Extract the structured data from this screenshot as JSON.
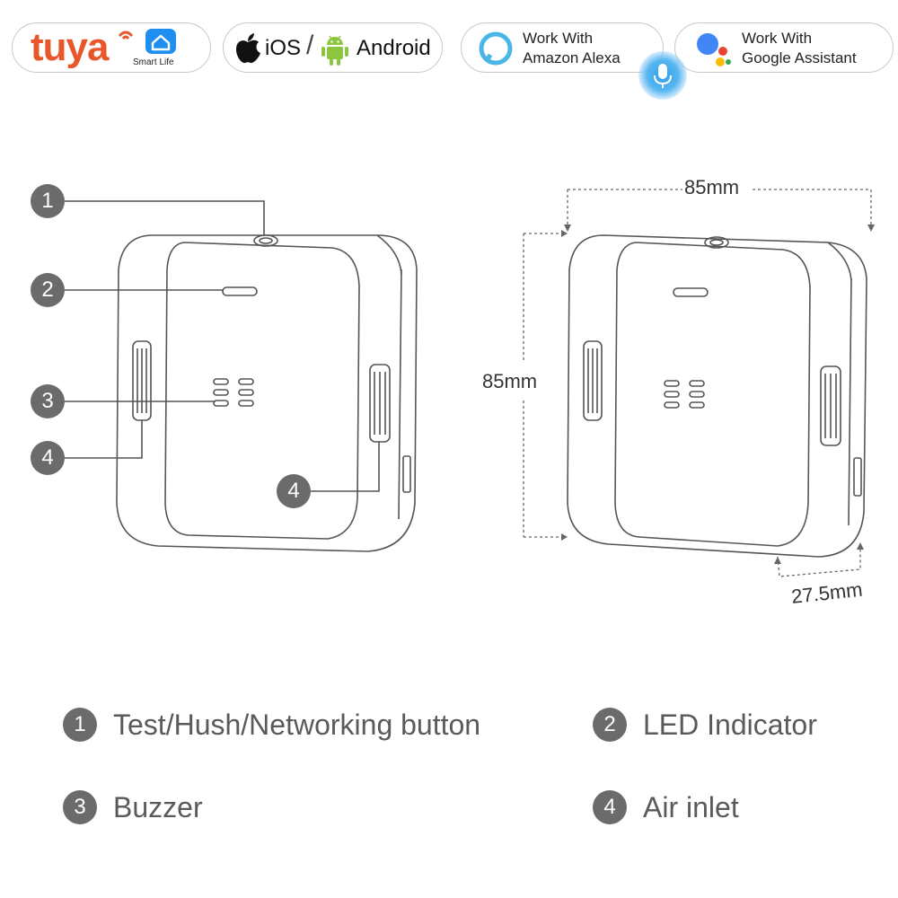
{
  "badges": {
    "tuya": {
      "brand": "tuya",
      "app_label": "Smart Life",
      "brand_color": "#e8572a",
      "app_color": "#1e8ef0"
    },
    "platforms": {
      "ios": "iOS",
      "separator": "/",
      "android": "Android",
      "android_color": "#8cc63f"
    },
    "alexa": {
      "line1": "Work With",
      "line2": "Amazon Alexa",
      "ring_color": "#4ab6e8"
    },
    "google": {
      "line1": "Work With",
      "line2": "Google Assistant",
      "dot_colors": [
        "#4285f4",
        "#ea4335",
        "#fbbc05",
        "#34a853"
      ]
    }
  },
  "callouts": [
    {
      "number": "1"
    },
    {
      "number": "2"
    },
    {
      "number": "3"
    },
    {
      "number": "4"
    },
    {
      "number": "4"
    }
  ],
  "dimensions": {
    "width": "85mm",
    "height": "85mm",
    "depth": "27.5mm"
  },
  "legend": [
    {
      "number": "1",
      "label": "Test/Hush/Networking button"
    },
    {
      "number": "2",
      "label": "LED Indicator"
    },
    {
      "number": "3",
      "label": "Buzzer"
    },
    {
      "number": "4",
      "label": "Air inlet"
    }
  ],
  "colors": {
    "callout_fill": "#6b6b6b",
    "outline": "#555555"
  }
}
